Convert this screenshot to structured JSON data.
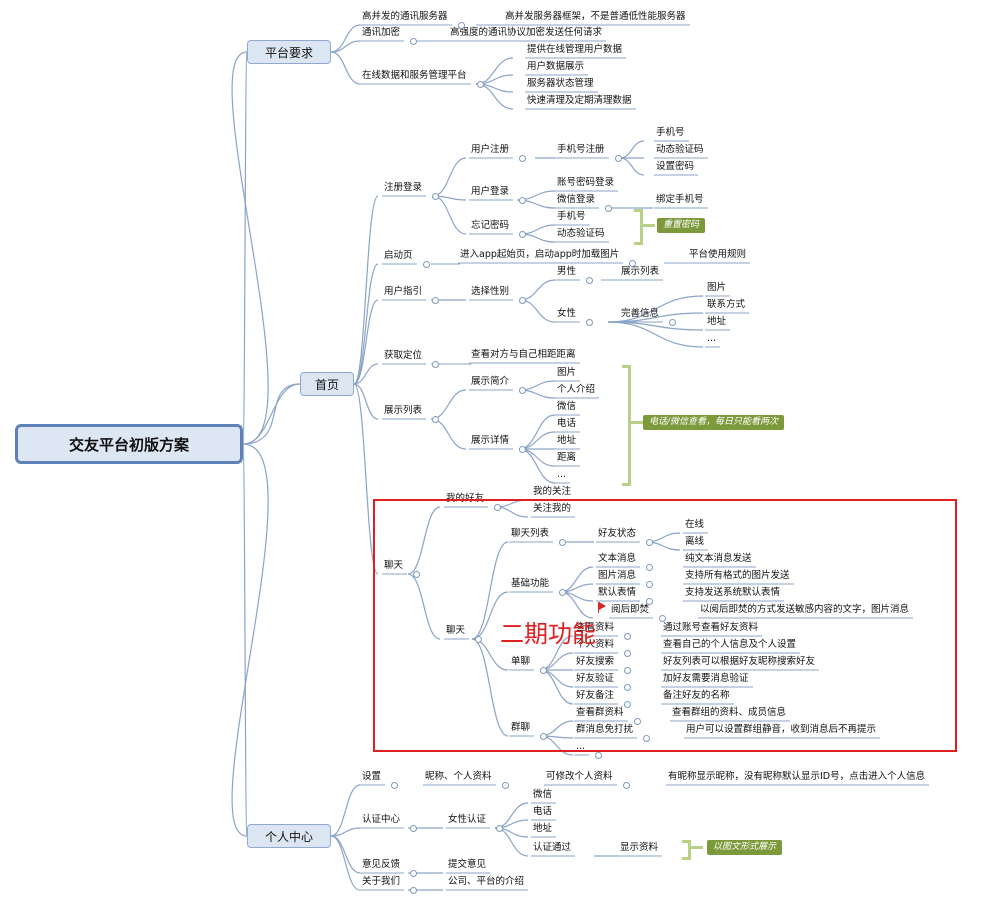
{
  "mindmap": {
    "root": "交友平台初版方案",
    "sections": {
      "platform": {
        "title": "平台要求",
        "concurrency": "高并发的通讯服务器",
        "concurrency_detail": "高并发服务器框架，不是普通低性能服务器",
        "encryption": "通讯加密",
        "encryption_detail": "高强度的通讯协议加密发送任何请求",
        "admin": "在线数据和服务管理平台",
        "admin_items": [
          "提供在线管理用户数据",
          "用户数据展示",
          "服务器状态管理",
          "快速清理及定期清理数据"
        ]
      },
      "home": {
        "title": "首页",
        "login": {
          "title": "注册登录",
          "register": "用户注册",
          "phone_register": "手机号注册",
          "phone_register_items": [
            "手机号",
            "动态验证码",
            "设置密码"
          ],
          "user_login": "用户登录",
          "account_login": "账号密码登录",
          "wechat_login": "微信登录",
          "bind_phone": "绑定手机号",
          "forgot": "忘记密码",
          "forgot_items": [
            "手机号",
            "动态验证码"
          ],
          "forgot_note": "重置密码"
        },
        "launch": {
          "title": "启动页",
          "detail": "进入app起始页，启动app时加载图片",
          "rules": "平台使用规则"
        },
        "guide": {
          "title": "用户指引",
          "gender": "选择性别",
          "male": "男性",
          "list": "展示列表",
          "female": "女性",
          "complete": "完善信息",
          "complete_items": [
            "图片",
            "联系方式",
            "地址",
            "..."
          ]
        },
        "location": {
          "title": "获取定位",
          "detail": "查看对方与自己相距距离"
        },
        "showcase": {
          "title": "展示列表",
          "intro": "展示简介",
          "intro_items": [
            "图片",
            "个人介绍"
          ],
          "details": "展示详情",
          "details_items": [
            "微信",
            "电话",
            "地址",
            "距离",
            "..."
          ],
          "note": "电话/微信查看，每日只能看两次"
        },
        "chat": {
          "title": "聊天",
          "friends": "我的好友",
          "friends_items": [
            "我的关注",
            "关注我的"
          ],
          "chat": "聊天",
          "chat_list": "聊天列表",
          "friend_status": "好友状态",
          "status_items": [
            "在线",
            "离线"
          ],
          "basic": "基础功能",
          "basic_items": [
            {
              "label": "文本消息",
              "detail": "纯文本消息发送"
            },
            {
              "label": "图片消息",
              "detail": "支持所有格式的图片发送"
            },
            {
              "label": "默认表情",
              "detail": "支持发送系统默认表情"
            },
            {
              "label": "阅后即焚",
              "detail": "以阅后即焚的方式发送敏感内容的文字，图片消息"
            }
          ],
          "single": "单聊",
          "single_items": [
            {
              "label": "查看资料",
              "detail": "通过账号查看好友资料"
            },
            {
              "label": "个人资料",
              "detail": "查看自己的个人信息及个人设置"
            },
            {
              "label": "好友搜索",
              "detail": "好友列表可以根据好友昵称搜索好友"
            },
            {
              "label": "好友验证",
              "detail": "加好友需要消息验证"
            },
            {
              "label": "好友备注",
              "detail": "备注好友的名称"
            }
          ],
          "group": "群聊",
          "group_items": [
            {
              "label": "查看群资料",
              "detail": "查看群组的资料、成员信息"
            },
            {
              "label": "群消息免打扰",
              "detail": "用户可以设置群组静音，收到消息后不再提示"
            },
            {
              "label": "...",
              "detail": ""
            }
          ],
          "phase2_label": "二期功能"
        }
      },
      "personal": {
        "title": "个人中心",
        "settings": "设置",
        "settings_a": "昵称、个人资料",
        "settings_b": "可修改个人资料",
        "settings_c": "有昵称显示昵称，没有昵称默认显示ID号，点击进入个人信息",
        "auth": "认证中心",
        "female_auth": "女性认证",
        "auth_items": [
          "微信",
          "电话",
          "地址",
          "认证通过"
        ],
        "show_info": "显示资料",
        "show_note": "以图文形式展示",
        "feedback": "意见反馈",
        "submit_feedback": "提交意见",
        "about": "关于我们",
        "about_detail": "公司、平台的介绍"
      }
    }
  }
}
